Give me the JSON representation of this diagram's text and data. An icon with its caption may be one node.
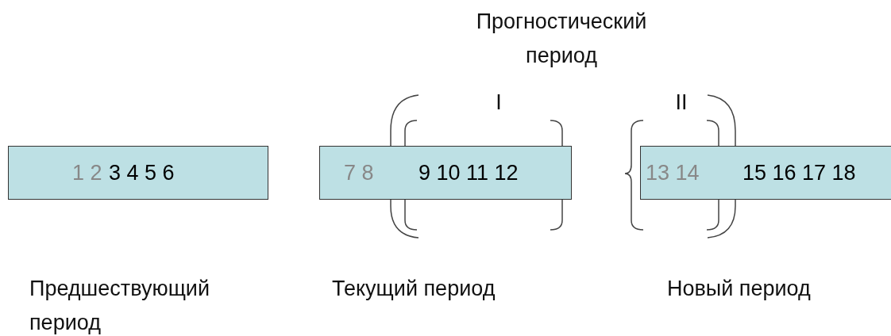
{
  "diagram": {
    "title": "Прогностический период",
    "nodes": [
      {
        "text": [
          "1 2",
          "3 4 5 6"
        ],
        "beside": [
          "Предшествующий период"
        ]
      },
      {
        "text": [
          "7 8",
          "9 10 11 12"
        ],
        "beside": [
          "Текущий период"
        ]
      },
      {
        "text": [
          "13 14",
          "15 16 17 18"
        ],
        "beside": [
          "Новый период"
        ]
      }
    ],
    "labels": [
      "I",
      "II"
    ]
  }
}
